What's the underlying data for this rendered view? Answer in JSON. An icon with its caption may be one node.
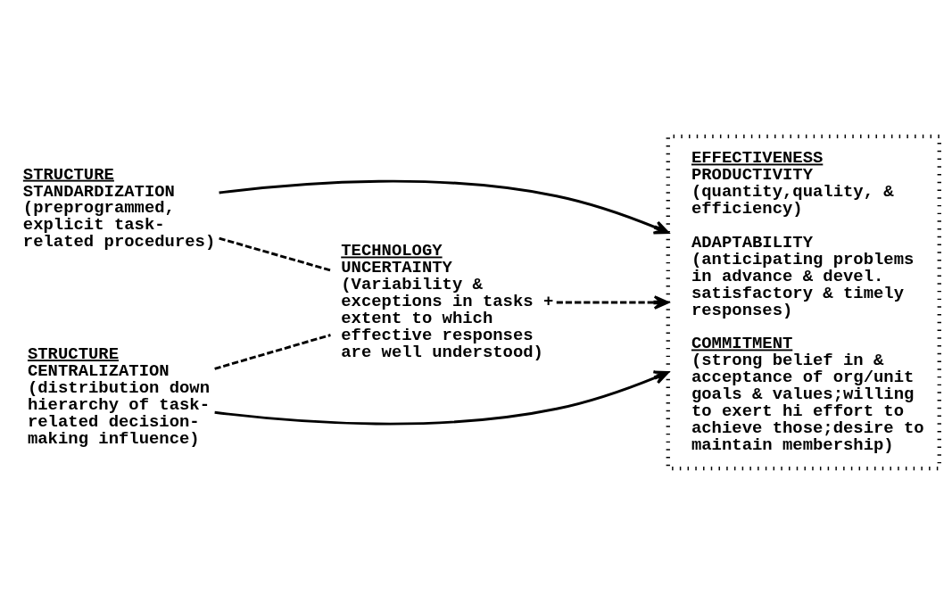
{
  "diagram": {
    "nodes": [
      {
        "text": [
          "STRUCTURE",
          "STANDARDIZATION (preprogrammed, explicit task- related procedures)"
        ]
      },
      {
        "text": [
          "TECHNOLOGY",
          "UNCERTAINTY (Variability & exceptions in tasks + extent to which effective responses are well understood)"
        ]
      },
      {
        "text": [
          "STRUCTURE",
          "CENTRALIZATION (distribution down hierarchy of task- related decision- making influence)"
        ]
      },
      {
        "text": [
          "EFFECTIVENESS",
          "PRODUCTIVITY (quantity,quality, & efficiency)",
          "ADAPTABILITY (anticipating problems in advance & devel. satisfactory & timely responses)",
          "COMMITMENT",
          "(strong belief in & acceptance of org/unit goals & values;willing to exert hi effort to achieve those;desire to maintain membership)"
        ]
      }
    ],
    "edges": [
      {
        "from": 0,
        "to": 3,
        "arrow": "to"
      },
      {
        "from": 0,
        "to": 1,
        "arrow": "none",
        "style": "dashed"
      },
      {
        "from": 1,
        "to": 3,
        "arrow": "to",
        "style": "dashed"
      },
      {
        "from": 2,
        "to": 1,
        "arrow": "none",
        "style": "dashed"
      },
      {
        "from": 2,
        "to": 3,
        "arrow": "to"
      }
    ]
  }
}
